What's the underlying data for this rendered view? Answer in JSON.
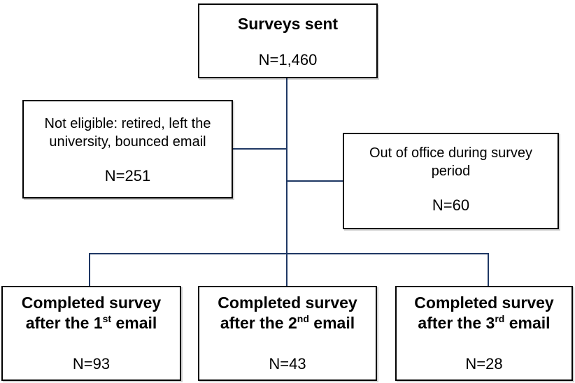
{
  "flowchart": {
    "surveys_sent": {
      "label": "Surveys sent",
      "count": "N=1,460"
    },
    "not_eligible": {
      "label": "Not eligible: retired, left the university, bounced email",
      "count": "N=251"
    },
    "out_of_office": {
      "label": "Out of office during survey period",
      "count": "N=60"
    },
    "completed": [
      {
        "label_main": "Completed survey after the 1",
        "ordinal": "st",
        "label_end": " email",
        "count": "N=93"
      },
      {
        "label_main": "Completed survey after the 2",
        "ordinal": "nd",
        "label_end": " email",
        "count": "N=43"
      },
      {
        "label_main": "Completed survey after the 3",
        "ordinal": "rd",
        "label_end": " email",
        "count": "N=28"
      }
    ],
    "colors": {
      "connector": "#1f3864",
      "box_border": "#000000",
      "background": "#ffffff"
    }
  }
}
